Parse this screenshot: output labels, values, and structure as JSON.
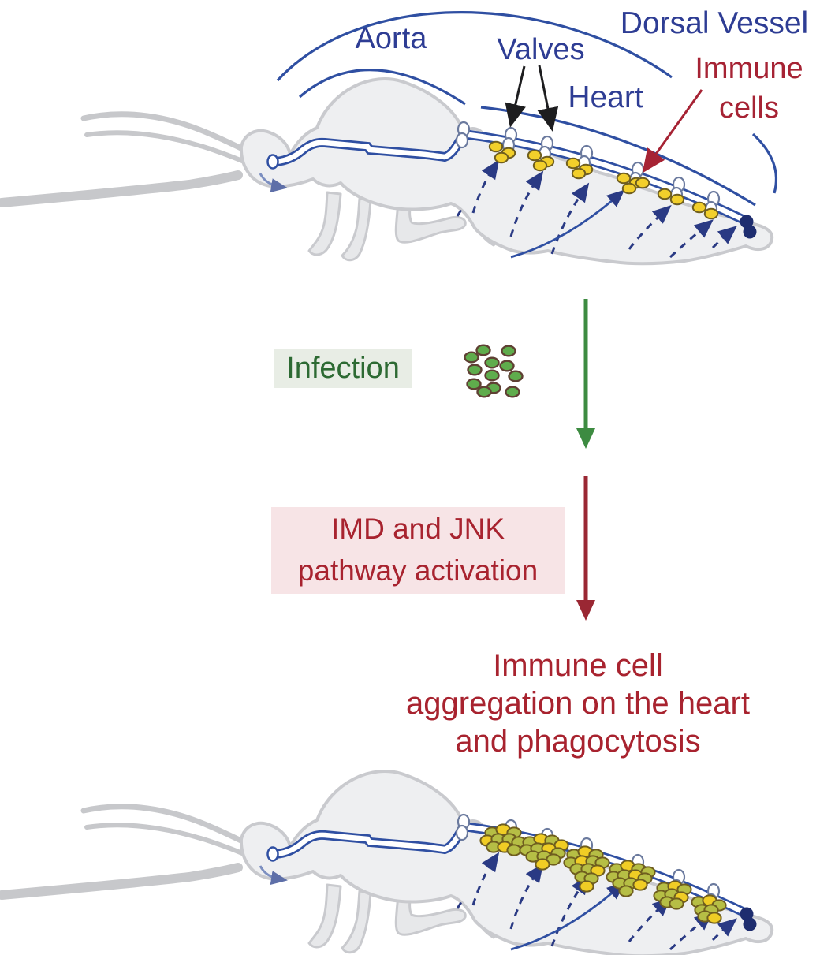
{
  "figure_labels": {
    "aorta": "Aorta",
    "valves": "Valves",
    "dorsal_vessel": "Dorsal Vessel",
    "heart": "Heart",
    "immune_cells": "Immune\ncells"
  },
  "steps": {
    "infection": "Infection",
    "pathway": "IMD and JNK\npathway activation",
    "outcome": "Immune cell\naggregation on the heart\nand phagocytosis"
  },
  "colors": {
    "label_blue": "#2E3D94",
    "label_red": "#A62334",
    "infection_text_green": "#2D6A33",
    "infection_bg": "#E8EDE5",
    "pathway_text_red": "#A8232F",
    "pathway_bg": "#F7E4E6",
    "vessel_blue": "#2F4FA2",
    "flow_arrow_navy": "#2A3A84",
    "immune_cell_yellow": "#F2CF2B",
    "aggregate_olive": "#B6BE45",
    "valve_white": "#FFFFFF",
    "bacteria_green": "#5FAC4C",
    "body_gray": "#EEEFF1",
    "infection_arrow_green": "#3D8B41",
    "pathway_arrow_crimson": "#9A2733",
    "tail_dot_navy": "#1E2D6F"
  }
}
